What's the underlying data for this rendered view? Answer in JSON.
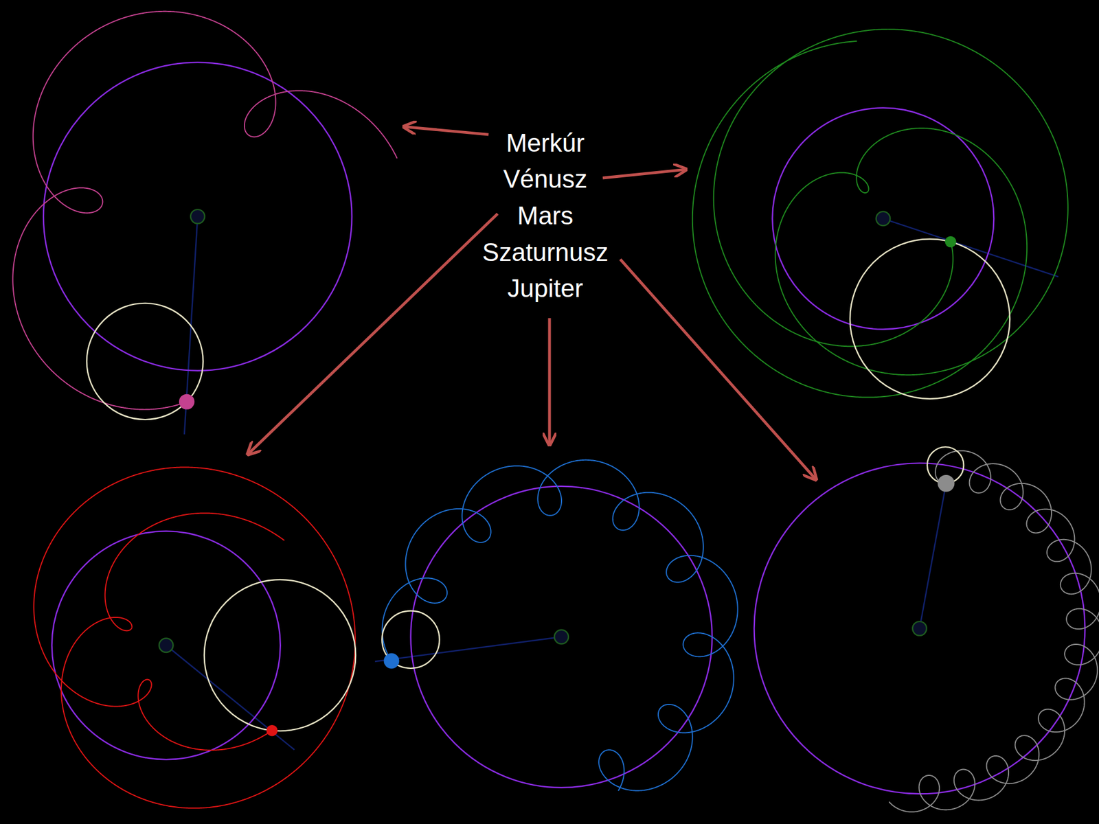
{
  "diagram": {
    "labels": [
      "Merkúr",
      "Vénusz",
      "Mars",
      "Szaturnusz",
      "Jupiter"
    ]
  }
}
